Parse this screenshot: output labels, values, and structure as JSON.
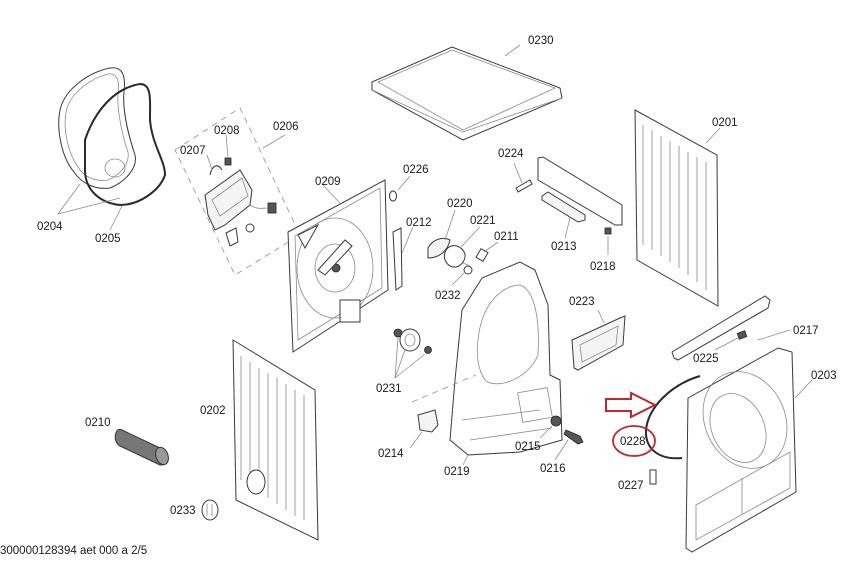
{
  "diagram": {
    "title": "Exploded parts diagram - tumble dryer cabinet",
    "footer_code": "300000128394 aet 000 a 2/5",
    "highlight_color": "#c0282d",
    "highlighted_part": "0228",
    "parts": {
      "p0201": "0201",
      "p0202": "0202",
      "p0203": "0203",
      "p0204": "0204",
      "p0205": "0205",
      "p0206": "0206",
      "p0207": "0207",
      "p0208": "0208",
      "p0209": "0209",
      "p0210": "0210",
      "p0211": "0211",
      "p0212": "0212",
      "p0213": "0213",
      "p0214": "0214",
      "p0215": "0215",
      "p0216": "0216",
      "p0217": "0217",
      "p0218": "0218",
      "p0219": "0219",
      "p0220": "0220",
      "p0221": "0221",
      "p0223": "0223",
      "p0224": "0224",
      "p0225": "0225",
      "p0226": "0226",
      "p0227": "0227",
      "p0228": "0228",
      "p0230": "0230",
      "p0231": "0231",
      "p0232": "0232",
      "p0233": "0233"
    },
    "annotations": {
      "arrow_icon": "right-arrow-outline",
      "circle_icon": "highlight-circle"
    }
  }
}
